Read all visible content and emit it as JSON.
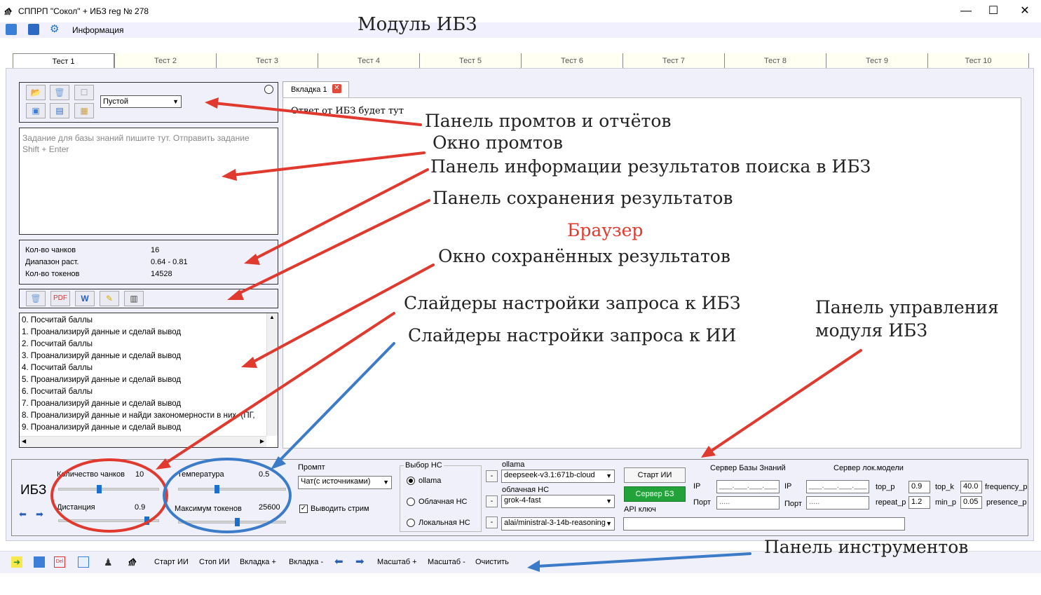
{
  "window": {
    "title": "СППРП \"Сокол\" + ИБЗ reg № 278",
    "minimize": "—",
    "maximize": "☐",
    "close": "✕"
  },
  "menu": {
    "info_label": "Информация"
  },
  "module_title": "Модуль ИБЗ",
  "tabs": [
    {
      "label": "Тест 1"
    },
    {
      "label": "Тест 2"
    },
    {
      "label": "Тест 3"
    },
    {
      "label": "Тест 4"
    },
    {
      "label": "Тест 5"
    },
    {
      "label": "Тест 6"
    },
    {
      "label": "Тест 7"
    },
    {
      "label": "Тест 8"
    },
    {
      "label": "Тест 9"
    },
    {
      "label": "Тест 10"
    }
  ],
  "prompt_panel": {
    "select_value": "Пустой",
    "placeholder_line1": "Задание для базы знаний пишите тут. Отправить задание",
    "placeholder_line2": "Shift + Enter"
  },
  "search_info": {
    "chunks_label": "Кол-во чанков",
    "chunks_value": "16",
    "range_label": "Диапазон раст.",
    "range_value": "0.64 - 0.81",
    "tokens_label": "Кол-во токенов",
    "tokens_value": "14528"
  },
  "saved_results": [
    "0. Посчитай баллы",
    "1. Проанализируй данные и сделай вывод",
    "2. Посчитай баллы",
    "3. Проанализируй данные и сделай вывод",
    "4. Посчитай баллы",
    "5. Проанализируй данные и сделай вывод",
    "6. Посчитай баллы",
    "7. Проанализируй данные и сделай вывод",
    "8.  Проанализируй данные и найди закономерности в них. (ПГ,",
    "9. Проанализируй данные и сделай вывод"
  ],
  "browser": {
    "tab_label": "Вкладка 1",
    "tab_close": "✕",
    "text": "Ответ от ИБЗ будет тут"
  },
  "control_panel": {
    "module_label": "ИБЗ",
    "chunks_label": "Количество чанков",
    "chunks_value": "10",
    "chunks_level": 0.4,
    "distance_label": "Дистанция",
    "distance_value": "0.9",
    "distance_level": 0.9,
    "temperature_label": "Температура",
    "temperature_value": "0.5",
    "temperature_level": 0.35,
    "max_tokens_label": "Максимум токенов",
    "max_tokens_value": "25600",
    "max_tokens_level": 0.55,
    "prompt_label": "Промпт",
    "prompt_select": "Чат(с источниками)",
    "stream_label": "Выводить стрим",
    "ns_label": "Выбор НС",
    "ns_ollama": "ollama",
    "ns_cloud": "Облачная НС",
    "ns_local": "Локальная  НС",
    "ollama_label": "ollama",
    "ollama_model": "deepseek-v3.1:671b-cloud",
    "cloud_label": "облачная НС",
    "cloud_model": "grok-4-fast",
    "local_model": "alai/ministral-3-14b-reasoning",
    "dash": "-",
    "start_ai": "Старт ИИ",
    "server_kb": "Сервер БЗ",
    "api_key_label": "API ключ",
    "kb_server_label": "Сервер Базы Знаний",
    "local_server_label": "Сервер лок.модели",
    "ip_label": "IP",
    "port_label": "Порт",
    "ip_placeholder": "___.___.___.___",
    "port_placeholder": ".....",
    "top_p_label": "top_p",
    "top_p_value": "0.9",
    "top_k_label": "top_k",
    "top_k_value": "40.0",
    "frequency_label": "frequency_p",
    "repeat_label": "repeat_p",
    "repeat_value": "1.2",
    "min_p_label": "min_p",
    "min_p_value": "0.05",
    "presence_label": "presence_p"
  },
  "toolbar": {
    "start_ai": "Старт ИИ",
    "stop_ai": "Стоп ИИ",
    "tab_add": "Вкладка +",
    "tab_remove": "Вкладка -",
    "arrow_left": "⬅",
    "arrow_right": "➡",
    "zoom_in": "Масштаб +",
    "zoom_out": "Масштаб -",
    "clear": "Очистить"
  },
  "annotations": {
    "prompt_panel": "Панель промтов и отчётов",
    "prompt_window": "Окно промтов",
    "info_panel": "Панель информации результатов поиска в ИБЗ",
    "save_panel": "Панель сохранения результатов",
    "browser": "Браузер",
    "saved_window": "Окно сохранённых результатов",
    "kb_sliders": "Слайдеры настройки запроса к ИБЗ",
    "ai_sliders": "Слайдеры настройки запроса к ИИ",
    "control_line1": "Панель управления",
    "control_line2": "модуля ИБЗ",
    "toolbar": "Панель инструментов"
  },
  "colors": {
    "annotation_red": "#e03a2f",
    "annotation_blue": "#3b7bc8",
    "browser_label": "#e03a2f",
    "server_btn": "#22a33a"
  }
}
